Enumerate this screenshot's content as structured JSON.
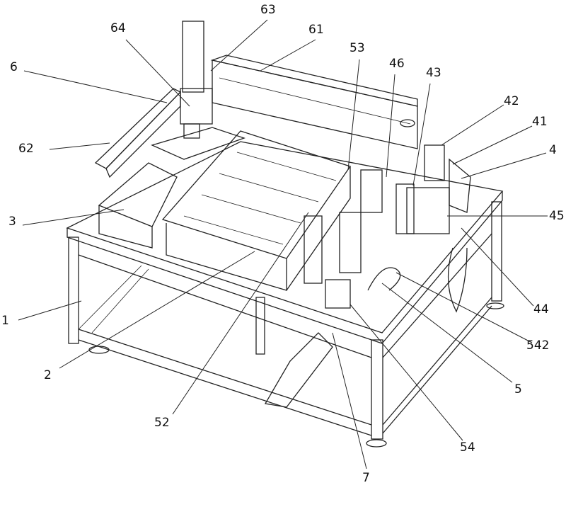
{
  "figure": {
    "labels": {
      "l63": "63",
      "l64": "64",
      "l61": "61",
      "l53": "53",
      "l6": "6",
      "l46": "46",
      "l43": "43",
      "l42": "42",
      "l41": "41",
      "l4": "4",
      "l62": "62",
      "l45": "45",
      "l3": "3",
      "l44": "44",
      "l1": "1",
      "l542": "542",
      "l2": "2",
      "l5": "5",
      "l52": "52",
      "l54": "54",
      "l7": "7"
    }
  }
}
